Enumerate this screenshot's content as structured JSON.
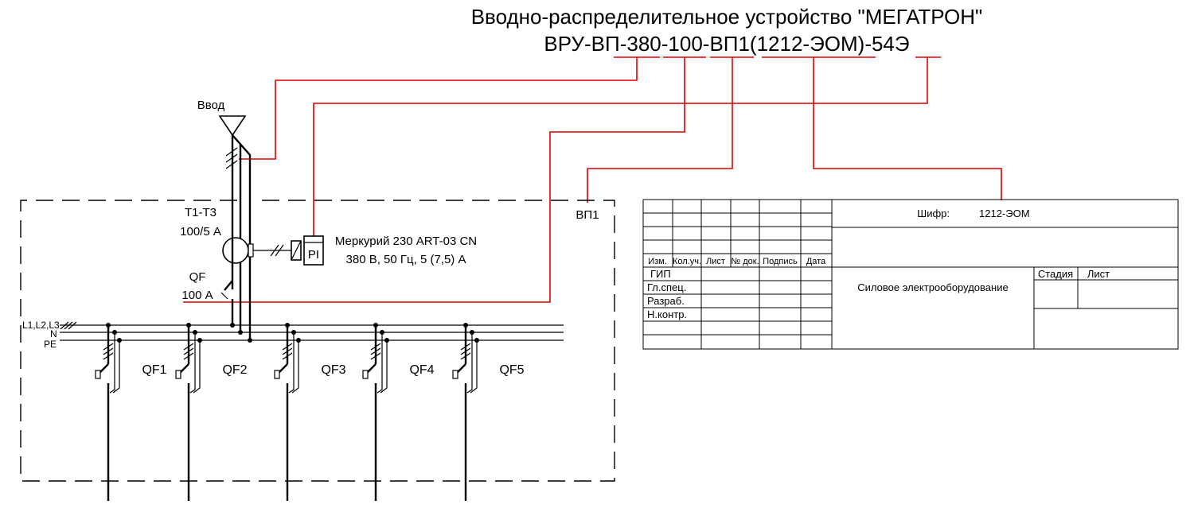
{
  "title": {
    "line1": "Вводно-распределительное устройство \"МЕГАТРОН\"",
    "line2": "ВРУ-ВП-380-100-ВП1(1212-ЭОМ)-54Э"
  },
  "input_label": "Ввод",
  "ct": {
    "name": "Т1-Т3",
    "rating": "100/5 А"
  },
  "meter": {
    "line1": "Меркурий 230 ART-03 CN",
    "line2": "380 В, 50 Гц, 5 (7,5) А",
    "symbol": "PI"
  },
  "main_breaker": {
    "name": "QF",
    "rating": "100 А"
  },
  "bus_labels": {
    "phases": "L1,L2,L3",
    "neutral": "N",
    "pe": "PE"
  },
  "feeders": [
    "QF1",
    "QF2",
    "QF3",
    "QF4",
    "QF5"
  ],
  "enclosure_code": "ВП1",
  "title_block": {
    "code_label": "Шифр:",
    "code_value": "1212-ЭОМ",
    "headers": [
      "Изм.",
      "Кол.уч.",
      "Лист",
      "№ док.",
      "Подпись",
      "Дата"
    ],
    "roles": [
      "ГИП",
      "Гл.спец.",
      "Разраб.",
      "Н.контр."
    ],
    "project_name": "Силовое электрооборудование",
    "stage_label": "Стадия",
    "sheet_label": "Лист"
  }
}
